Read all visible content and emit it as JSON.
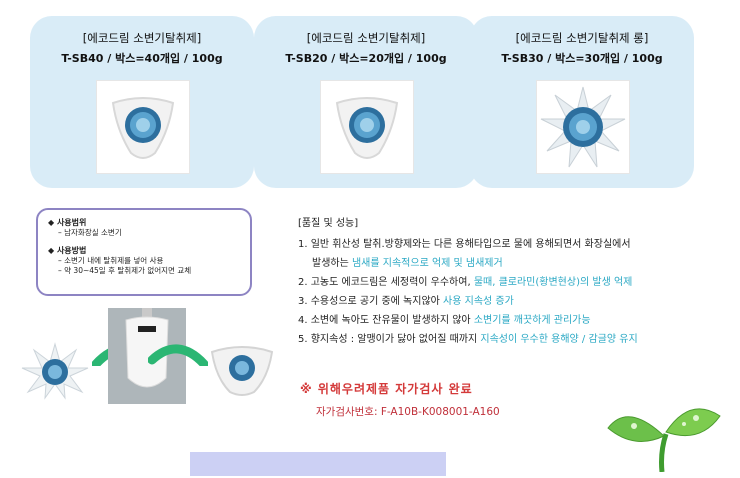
{
  "products": [
    {
      "title": "[에코드림 소변기탈취제]",
      "spec": "T-SB40 / 박스=40개입 / 100g"
    },
    {
      "title": "[에코드림 소변기탈취제]",
      "spec": "T-SB20 / 박스=20개입 / 100g"
    },
    {
      "title": "[에코드림 소변기탈취제 롱]",
      "spec": "T-SB30 / 박스=30개입 / 100g"
    }
  ],
  "usage": {
    "scope_heading": "◆ 사용범위",
    "scope_item": "– 남자화장실 소변기",
    "method_heading": "◆ 사용방법",
    "method_items": [
      "– 소변기 내에 탈취제를 넣어 사용",
      "– 약 30~45일 후 탈취제가 없어지면 교체"
    ]
  },
  "quality": {
    "heading": "[품질 및 성능]",
    "l1": "1. 일반 휘산성 탈취.방향제와는 다른 용해타입으로 물에 용해되면서 화장실에서",
    "l1b_plain": "발생하는 ",
    "l1b_hl": "냄새를 지속적으로 억제 및 냄새제거",
    "l2_plain": "2. 고농도 에코드림은 세정력이 우수하여, ",
    "l2_hl": "물때, 클로라민(황변현상)의 발생 억제",
    "l3_plain": "3. 수용성으로 공기 중에 녹지않아 ",
    "l3_hl": "사용 지속성 증가",
    "l4_plain": "4. 소변에 녹아도 잔유물이 발생하지 않아 ",
    "l4_hl": "소변기를 깨끗하게 관리가능",
    "l5_plain": "5. 향지속성 : 알맹이가 닳아 없어질 때까지 ",
    "l5_hl": "지속성이 우수한 용해양 / 감글양 유지"
  },
  "cert": {
    "title": "※ 위해우려제품 자가검사 완료",
    "number": "자가검사번호: F-A10B-K008001-A160"
  },
  "colors": {
    "card_bg": "#d9ecf7",
    "accent_text": "#2aa8c4",
    "cert_red": "#d43a3a",
    "border_purple": "#8d84c3",
    "arrow_green": "#2bb673"
  }
}
